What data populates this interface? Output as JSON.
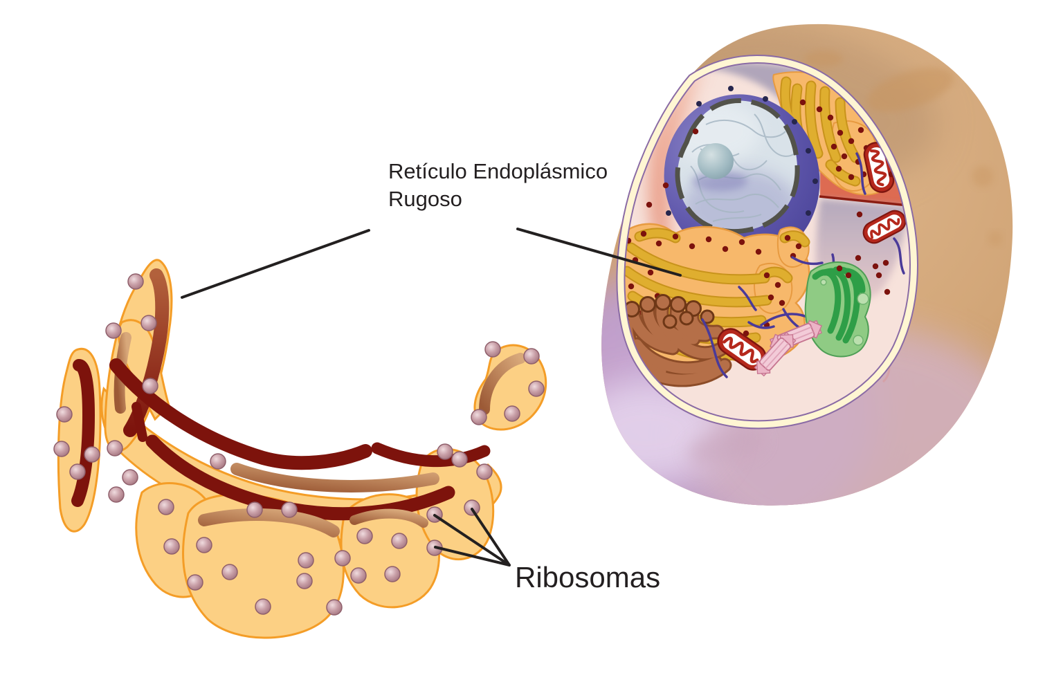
{
  "diagram": {
    "labels": {
      "rough_er": {
        "line1": "Retículo Endoplásmico",
        "line2": "Rugoso"
      },
      "ribosomes": {
        "text": "Ribosomas"
      }
    },
    "colors": {
      "label_text": "#231F20",
      "pointer_line": "#232020",
      "er_fill": "#FCD084",
      "er_outline": "#F49D27",
      "er_band_maroon": "#7D130C",
      "er_band_tan": "#B06A3F",
      "ribosome_edge": "#8F5F6B",
      "cell_body_tan": "#D7AB7B",
      "cell_body_edge": "#C3905C",
      "cell_purple": "#BD9DCE",
      "cell_pink_lavender": "#D2B1C2",
      "rim_cream": "#FFF6D3",
      "rim_purple": "#8A6BA5",
      "cytoplasm_pink": "#F7E2DB",
      "cut_red": "#DE6B52",
      "shelf_line": "#8B1D12",
      "nucleus_purple": "#5D55AA",
      "nucleus_light": "#8A83C6",
      "nuclear_pore": "#26264E",
      "chromatin_fill": "#D9E2E9",
      "chromatin_thread": "#A6B7C3",
      "envelope_dash": "#52524A",
      "nucleolus": "#9FB9C1",
      "cell_er_orange": "#F7B86B",
      "cell_er_outline": "#E79A40",
      "cell_er_band_yellow": "#DFAE2F",
      "ribosome_dot_red": "#7C120D",
      "mito_red": "#B5281C",
      "mito_dark": "#7E150F",
      "golgi_light": "#8FCB84",
      "golgi_dark": "#2E9E47",
      "tubule_brown": "#B56F48",
      "tubule_dark": "#8C4C28",
      "centriole_pink": "#F3CBD8",
      "centriole_edge": "#C67590",
      "filament_purple": "#4A3A99"
    },
    "structures": [
      {
        "name": "rough-endoplasmic-reticulum",
        "label": "Retículo Endoplásmico Rugoso"
      },
      {
        "name": "ribosomes",
        "label": "Ribosomas"
      },
      {
        "name": "animal-cell-cutaway",
        "label": ""
      }
    ]
  }
}
